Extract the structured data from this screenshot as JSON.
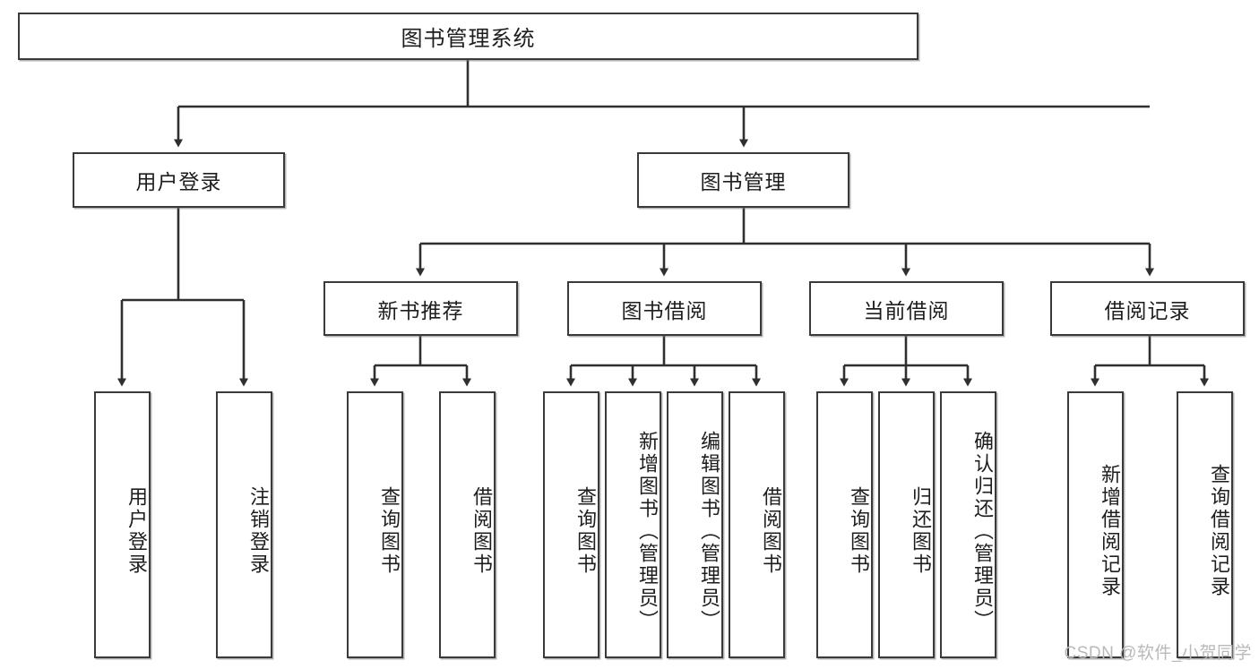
{
  "diagram": {
    "title": "图书管理系统",
    "type": "tree-hierarchy",
    "colors": {
      "box_border": "#3a3a3a",
      "box_fill": "#ffffff",
      "connector": "#2f2f2f",
      "watermark": "#b9b9b9"
    },
    "root": {
      "label": "图书管理系统"
    },
    "level2": [
      {
        "label": "用户登录"
      },
      {
        "label": "图书管理"
      }
    ],
    "level3": [
      {
        "label": "新书推荐"
      },
      {
        "label": "图书借阅"
      },
      {
        "label": "当前借阅"
      },
      {
        "label": "借阅记录"
      }
    ],
    "leaves": [
      {
        "label": "用户登录",
        "parent": "用户登录"
      },
      {
        "label": "注销登录",
        "parent": "用户登录"
      },
      {
        "label": "查询图书",
        "parent": "新书推荐"
      },
      {
        "label": "借阅图书",
        "parent": "新书推荐"
      },
      {
        "label": "查询图书",
        "parent": "图书借阅"
      },
      {
        "label": "新增图书（管理员）",
        "parent": "图书借阅"
      },
      {
        "label": "编辑图书（管理员）",
        "parent": "图书借阅"
      },
      {
        "label": "借阅图书",
        "parent": "图书借阅"
      },
      {
        "label": "查询图书",
        "parent": "当前借阅"
      },
      {
        "label": "归还图书",
        "parent": "当前借阅"
      },
      {
        "label": "确认归还（管理员）",
        "parent": "当前借阅"
      },
      {
        "label": "新增借阅记录",
        "parent": "借阅记录"
      },
      {
        "label": "查询借阅记录",
        "parent": "借阅记录"
      }
    ],
    "watermark": "CSDN @软件_小贺同学"
  }
}
